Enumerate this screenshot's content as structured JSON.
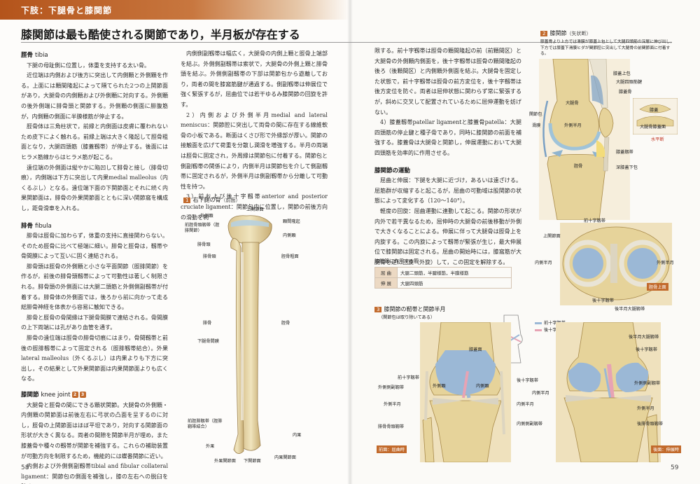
{
  "section": "下肢：下腿骨と膝関節",
  "headline": "膝関節は最も酷使される関節であり，半月板が存在する",
  "col1": {
    "tibia_heading": "脛骨",
    "tibia_sub": "tibia",
    "tibia_p1": "下腿の母趾側に位置し，体重を支持する太い骨。",
    "tibia_p2": "近位端は内側および後方に突出して内側顆と外側顆を作る。上面には顆間隆起によって隔てられた2つの上関節面があり，大腿骨の内側顆および外側顆に対向する。外側顆の後外側端に腓骨頭と関節する。外側顆の側面に腓腹筋が，内側顆の側面に半膜様筋が停止する。",
    "tibia_p3": "脛骨体は三角柱状で，前縁と内側面は皮膚に覆われないため皮下によく触れる。前縁上端は大きく隆起して脛骨粗面となり，大腿四頭筋（膝蓋靱帯）が停止する。後面にはヒラメ筋線からはヒラメ筋が起こる。",
    "tibia_p4": "遠位端の外側面は縦やかに陥凹して腓骨と接し（腓骨切痕），内側端は下方に突出して内果medial malleolus（内くるぶし）となる。遠位端下面の下関節面とそれに続く内果関節面は，腓骨の外果関節面とともに深い関節窩を構成し，距骨滑車を入れる。",
    "fibula_heading": "腓骨",
    "fibula_sub": "fibula",
    "fibula_p1": "腓骨は脛骨に加わらず，体重の支持に直接関わらない。そのため脛骨に比べて極端に細い。腓骨と脛骨は，靱帯や骨間膜によって互いに固く連結される。",
    "fibula_p2": "腓骨頭は脛骨の外側顆と小さな平面関節（脛腓関節）を作るが，前後の腓骨頭靱帯によって可動性は著しく制限される。腓骨頭の外側面には大腿二頭筋と外側側副靱帯が付着する。腓骨体の外側面では，後ろから前に向かって走る総腓骨神経を体表から容易に触知できる。",
    "fibula_p3": "腓骨と脛骨の骨間縁は下腿骨間膜で連結される。骨間膜の上下両端には孔があり血管を通す。",
    "fibula_p4": "腓骨の遠位端は脛骨の腓骨切痕にはまり，骨間靱帯と前後の脛腓靱帯によって固定される（脛腓靱帯結合）。外果lateral malleolus（外くるぶし）は内果よりも下方に突出し，その結果として外果関節面は内果関節面よりも広くなる。",
    "knee_heading": "膝関節",
    "knee_sub": "knee joint",
    "knee_p1": "大腿骨と脛骨の間にできる顆状関節。大腿骨の外側顆・内側顆の関節面は前後左右に弓状の凸面を呈するのに対し，脛骨の上関節面はほぼ平坦であり，対向する関節面の形状が大きく異なる。両者の間隙を関節半月が埋め，また膝蓋骨や種々の靱帯が関節を補強する。これらの補助装置が可動方向を制限するため，機能的には蝶番関節に近い。",
    "knee_p2": "内側および外側側副靱帯tibial and fibular collateral ligament：関節包の側面を補強し，膝の左右への脱臼を防ぐ。"
  },
  "col2": {
    "p1": "内側側副靱帯は幅広く，大腿骨の内側上顆と脛骨上端部を結ぶ。外側側副靱帯は索状で，大腿骨の外側上顆と腓骨頭を結ぶ。外側側副靱帯の下部は関節包から遊離しており，両者の間を膝窩筋腱が通過する。側副靱帯は伸展位で強く緊張するが，屈曲位では若干ゆるみ膝関節の回旋を許す。",
    "p2": "2）内側および外側半月medial and lateral meniscus：関節腔に突出して両骨の間に存在する線維軟骨の小板である。断面はくさび形で外縁部が厚い。関節の接触面を広げて荷重を分散し潤滑を増強する。半月の両端は脛骨に固定され，外周縁は関節包に付着する。関節包と側副靱帯の関係により，内側半月は関節包を介して側副靱帯に固定されるが，外側半月は側副靱帯から分離して可動性を持つ。",
    "p3": "3）前および後十字靱帯anterior and posterior cruciate ligament：関節包内に位置し，関節の前後方向の滑動を制"
  },
  "col3": {
    "p1": "限する。前十字靱帯は脛骨の顆間隆起の前（前顆間区）と大腿骨の外側顆内側面を，後十字靱帯は脛骨の顆間隆起の後ろ（後顆間区）と内側顆外側面を結ぶ。大腿骨を固定した状態で，前十字靱帯は脛骨の前方変位を，後十字靱帯は後方変位を防ぐ。両者は屈伸状態に関わらず常に緊張するが，斜めに交叉して配置されているために屈伸運動を妨げない。",
    "p2": "4）膝蓋靱帯patellar ligamentと膝蓋骨patella：大腿四頭筋の停止腱と種子骨であり，同時に膝関節の前面を補強する。膝蓋骨は大腿骨と関節し，伸展運動において大腿四頭筋を効率的に作用させる。",
    "motion_heading": "膝関節の運動",
    "motion_p1": "屈曲と伸展：下腿を大腿に近づけ，あるいは遠ざける。屈筋群が収縮すると起こるが，屈曲の可動域は股関節の状態によって変化する（120～140°）。",
    "motion_p2": "軽度の回旋：屈曲運動に連動して起こる。関節の形状が内外で若干異なるため，屈伸時の大腿骨の前後移動が外側で大きくなることによる。伸展に伴って大腿骨は脛骨上を内旋する。この内旋によって靱帯が緊張が生じ，最大伸展位で膝関節は固定される。屈曲の開始時には，膝窩筋が大腿骨を逆に回旋（外旋）して，この固定を解除する。",
    "table_caption": "膝関節に作用する筋",
    "table_rows": [
      {
        "k": "屈 曲",
        "v": "大腿二頭筋，半腱様筋，半膜様筋"
      },
      {
        "k": "伸 展",
        "v": "大腿四頭筋"
      }
    ]
  },
  "fig1": {
    "num": "1",
    "title": "右下腿の骨",
    "caption": "（前面）",
    "labels": {
      "upper_articular": "上関節面",
      "intercondylar": "顆間隆起",
      "lateral_condyle": "外側顆",
      "medial_condyle": "内側顆",
      "anterior_ligament": "前脛骨頭靱帯（脛腓関節）",
      "fibula_head": "腓骨頭",
      "fibula_neck": "腓骨頸",
      "tibial_tuberosity": "脛骨粗面",
      "fibula": "腓骨",
      "tibia": "脛骨",
      "lower_ligament": "下腿骨間膜",
      "ant_tibiofib": "前脛腓靱帯（脛腓靱帯結合）",
      "medial_malleolus": "内果",
      "lateral_malleolus": "外果",
      "lat_art_surface": "外果関節面",
      "inf_art_surface": "下関節面",
      "med_art_surface": "内果関節面"
    }
  },
  "fig2": {
    "num": "2",
    "title": "膝関節",
    "caption": "（矢状断）",
    "note": "膝蓋骨より上方では滑膜が膝蓋上包として大腿四頭筋の深層に伸び出し，下方では膝蓋下滑膜ヒダが関節腔に突出して大腿骨の前関節面に付着する。",
    "labels": {
      "suprapatellar": "膝蓋上包",
      "femur_q": "大腿四頭筋腱",
      "patella": "膝蓋骨",
      "femur": "大腿骨",
      "capsule": "関節包",
      "synovial": "滑膜",
      "meniscus": "外側半月",
      "lig_patella": "膝蓋靱帯",
      "infrapatellar": "深膝蓋下包",
      "tibia": "脛骨",
      "inset_patella": "膝蓋",
      "inset_femur": "大腿骨膝蓋面",
      "inset_level": "水平断"
    }
  },
  "fig3": {
    "title": "膝関節の靭帯と関節半月",
    "caption": "（関節包は取り除いてある）",
    "legend": [
      {
        "label": "前十字靱帯",
        "color": "#9bb8d6"
      },
      {
        "label": "後十字靱帯",
        "color": "#e7a3b4"
      }
    ],
    "tag_top": "脛骨上面",
    "tag_front": "前面：屈曲時",
    "tag_back": "後面：伸展時",
    "labels": {
      "acl_top": "前十字靱帯",
      "upper_surface": "上関節面",
      "lat_meniscus": "外側半月",
      "med_meniscus": "内側半月",
      "pcl_top": "後十字靱帯",
      "pf_lig": "後半月大腿靱帯",
      "patella_surface": "膝蓋面",
      "acl_front": "前十字靱帯",
      "lcl": "外側側副靱帯",
      "lat_men_front": "外側顆",
      "med_condyle": "内側顆",
      "lat_men2": "外側半月",
      "pcl_front": "後十字靱帯",
      "fib_head_lig": "腓骨骨頭靱帯",
      "med_men2": "内側半月",
      "mcl": "内側側副靱帯",
      "pf_back": "後半月大腿靱帯",
      "pcl_back": "後十字靱帯",
      "lcl_back": "外側側副靱帯",
      "med_men_back": "内側半月",
      "lat_men_back": "外側半月",
      "post_fib": "後腓骨頭靱帯"
    }
  },
  "pages": {
    "left": "58",
    "right": "59"
  }
}
